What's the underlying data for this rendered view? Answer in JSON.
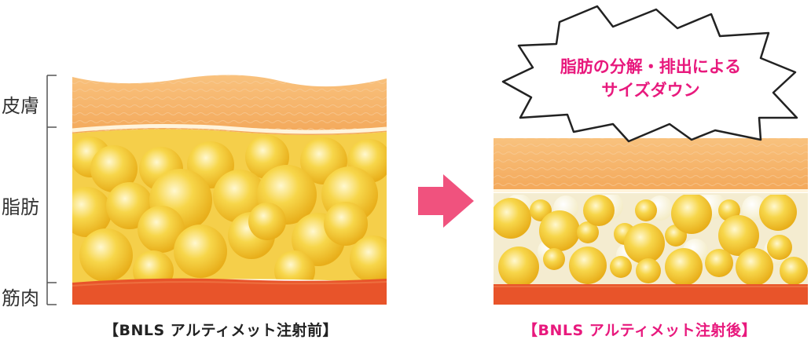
{
  "labels": {
    "skin": "皮膚",
    "fat": "脂肪",
    "muscle": "筋肉"
  },
  "captions": {
    "before": "【BNLS アルティメット注射前】",
    "after": "【BNLS アルティメット注射後】"
  },
  "bubble": {
    "line1": "脂肪の分解・排出による",
    "line2": "サイズダウン"
  },
  "colors": {
    "skin": "#f6b26b",
    "fat": "#f3c93a",
    "muscle": "#e8542a",
    "arrow": "#f0527e",
    "after_caption": "#e8197d"
  }
}
